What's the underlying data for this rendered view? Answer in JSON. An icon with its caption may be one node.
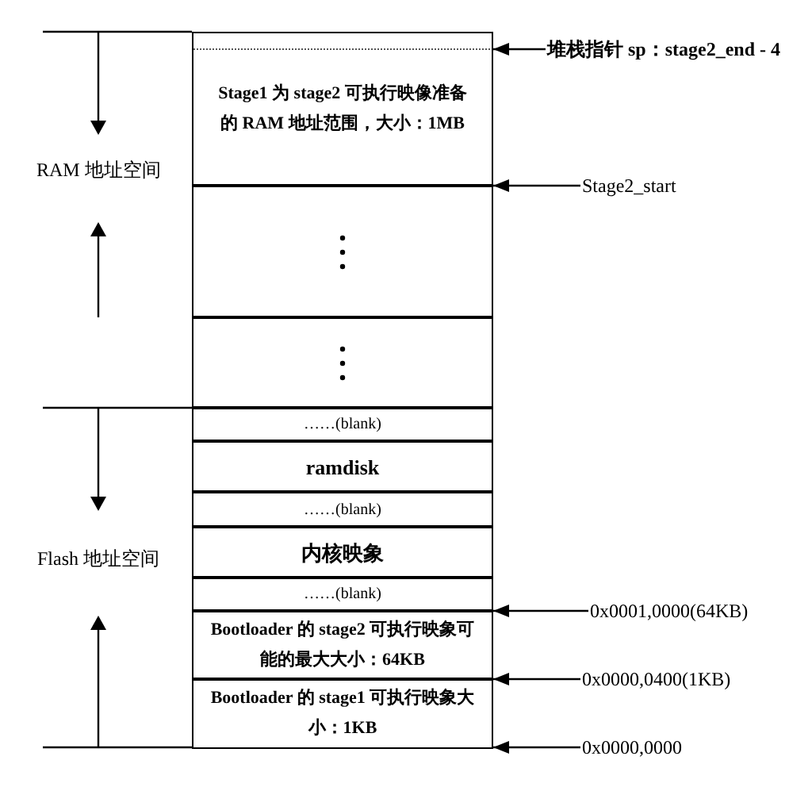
{
  "diagram": {
    "nodes": [
      {
        "text": [
          "Stage1 为 stage2 可执行映像准备的 RAM 地址范围，大小：1MB"
        ]
      },
      {
        "text": [],
        "shape": "box"
      },
      {
        "text": [],
        "shape": "box"
      },
      {
        "text": [
          "……(blank)"
        ]
      },
      {
        "text": [
          "ramdisk"
        ]
      },
      {
        "text": [
          "……(blank)"
        ]
      },
      {
        "text": [
          "内核映象"
        ]
      },
      {
        "text": [
          "……(blank)"
        ]
      },
      {
        "text": [
          "Bootloader 的 stage2 可执行映象可能的最大大小：64KB"
        ]
      },
      {
        "text": [
          "Bootloader 的 stage1 可执行映象大小：1KB"
        ]
      },
      {
        "text": [
          "堆栈指针 sp：stage2_end - 4"
        ]
      },
      {
        "text": [
          "Stage2_start"
        ]
      },
      {
        "text": [
          "0x0001,0000(64KB)"
        ]
      },
      {
        "text": [
          "0x0000,0400(1KB)"
        ]
      },
      {
        "text": [
          "0x0000,0000"
        ]
      }
    ],
    "edges": [
      {
        "from": 10,
        "to": 0,
        "arrow": "to"
      },
      {
        "from": 11,
        "to": 1,
        "arrow": "to"
      },
      {
        "from": 12,
        "to": 7,
        "arrow": "to"
      },
      {
        "from": 13,
        "to": 8,
        "arrow": "to"
      },
      {
        "from": 14,
        "to": 9,
        "arrow": "to"
      }
    ],
    "labels": [
      "RAM 地址空间",
      "Flash 地址空间"
    ]
  }
}
